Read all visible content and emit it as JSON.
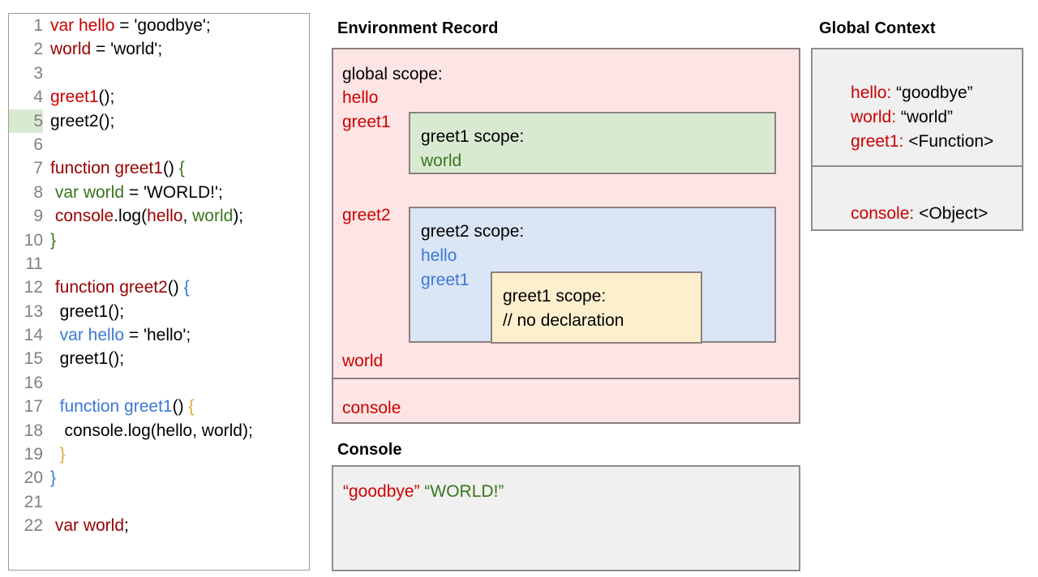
{
  "headings": {
    "environment_record": "Environment Record",
    "global_context": "Global Context",
    "console": "Console"
  },
  "code": {
    "lines": [
      {
        "num": "1",
        "highlight": false,
        "tokens": [
          {
            "t": "var hello",
            "c": "t-red"
          },
          {
            "t": " = 'goodbye';",
            "c": "t-black"
          }
        ]
      },
      {
        "num": "2",
        "highlight": false,
        "tokens": [
          {
            "t": "world",
            "c": "t-dred"
          },
          {
            "t": " = 'world';",
            "c": "t-black"
          }
        ]
      },
      {
        "num": "3",
        "highlight": false,
        "tokens": []
      },
      {
        "num": "4",
        "highlight": false,
        "tokens": [
          {
            "t": "greet1",
            "c": "t-red"
          },
          {
            "t": "();",
            "c": "t-black"
          }
        ]
      },
      {
        "num": "5",
        "highlight": true,
        "tokens": [
          {
            "t": "greet2();",
            "c": "t-black"
          }
        ]
      },
      {
        "num": "6",
        "highlight": false,
        "tokens": []
      },
      {
        "num": "7",
        "highlight": false,
        "tokens": [
          {
            "t": "function greet1",
            "c": "t-dred"
          },
          {
            "t": "() ",
            "c": "t-black"
          },
          {
            "t": "{",
            "c": "t-green"
          }
        ]
      },
      {
        "num": "8",
        "highlight": false,
        "tokens": [
          {
            "t": " var world",
            "c": "t-green"
          },
          {
            "t": " = 'WORLD!';",
            "c": "t-black"
          }
        ]
      },
      {
        "num": "9",
        "highlight": false,
        "tokens": [
          {
            "t": " console",
            "c": "t-dred"
          },
          {
            "t": ".log(",
            "c": "t-black"
          },
          {
            "t": "hello",
            "c": "t-dred"
          },
          {
            "t": ", ",
            "c": "t-black"
          },
          {
            "t": "world",
            "c": "t-green"
          },
          {
            "t": ");",
            "c": "t-black"
          }
        ]
      },
      {
        "num": "10",
        "highlight": false,
        "tokens": [
          {
            "t": "}",
            "c": "t-green"
          }
        ]
      },
      {
        "num": "11",
        "highlight": false,
        "tokens": []
      },
      {
        "num": "12",
        "highlight": false,
        "tokens": [
          {
            "t": " function greet2",
            "c": "t-dred"
          },
          {
            "t": "() ",
            "c": "t-black"
          },
          {
            "t": "{",
            "c": "t-blue"
          }
        ]
      },
      {
        "num": "13",
        "highlight": false,
        "tokens": [
          {
            "t": "  greet1();",
            "c": "t-black"
          }
        ]
      },
      {
        "num": "14",
        "highlight": false,
        "tokens": [
          {
            "t": "  var hello",
            "c": "t-blue"
          },
          {
            "t": " = 'hello';",
            "c": "t-black"
          }
        ]
      },
      {
        "num": "15",
        "highlight": false,
        "tokens": [
          {
            "t": "  greet1();",
            "c": "t-black"
          }
        ]
      },
      {
        "num": "16",
        "highlight": false,
        "tokens": []
      },
      {
        "num": "17",
        "highlight": false,
        "tokens": [
          {
            "t": "  function greet1",
            "c": "t-blue"
          },
          {
            "t": "() ",
            "c": "t-black"
          },
          {
            "t": "{",
            "c": "t-tan"
          }
        ]
      },
      {
        "num": "18",
        "highlight": false,
        "tokens": [
          {
            "t": "   console.log(hello, world);",
            "c": "t-black"
          }
        ]
      },
      {
        "num": "19",
        "highlight": false,
        "tokens": [
          {
            "t": "  }",
            "c": "t-tan"
          }
        ]
      },
      {
        "num": "20",
        "highlight": false,
        "tokens": [
          {
            "t": "}",
            "c": "t-blue"
          }
        ]
      },
      {
        "num": "21",
        "highlight": false,
        "tokens": []
      },
      {
        "num": "22",
        "highlight": false,
        "tokens": [
          {
            "t": " var world",
            "c": "t-dred"
          },
          {
            "t": ";",
            "c": "t-black"
          }
        ]
      }
    ]
  },
  "environment_record": {
    "global_scope_label": "global scope:",
    "hello": "hello",
    "greet1": "greet1",
    "greet2": "greet2",
    "world": "world",
    "console": "console",
    "greet1_scope": {
      "title": "greet1 scope:",
      "entries": [
        "world"
      ]
    },
    "greet2_scope": {
      "title": "greet2 scope:",
      "entries": [
        "hello",
        "greet1"
      ]
    },
    "greet1_inner_scope": {
      "title": "greet1 scope:",
      "note": "// no declaration"
    }
  },
  "global_context": {
    "variables": [
      {
        "key": "hello:",
        "value": " “goodbye”"
      },
      {
        "key": "world:",
        "value": " “world”"
      },
      {
        "key": "greet1:",
        "value": " <Function>"
      }
    ],
    "objects": [
      {
        "key": "console:",
        "value": " <Object>"
      }
    ]
  },
  "console": {
    "output": [
      {
        "text": "“goodbye”",
        "color": "c-red"
      },
      {
        "text": " ",
        "color": "c-black"
      },
      {
        "text": "“WORLD!”",
        "color": "c-green"
      }
    ]
  },
  "colors": {
    "env_record_bg": "#fce5e4",
    "greet1_scope_bg": "#d9ead3",
    "greet2_scope_bg": "#dae5f5",
    "greet1_inner_scope_bg": "#fcefcd",
    "panel_gray_bg": "#f0f0f0",
    "red": "#cc0000",
    "green": "#38761d",
    "blue": "#3c78d8",
    "tan": "#e3a83b"
  }
}
